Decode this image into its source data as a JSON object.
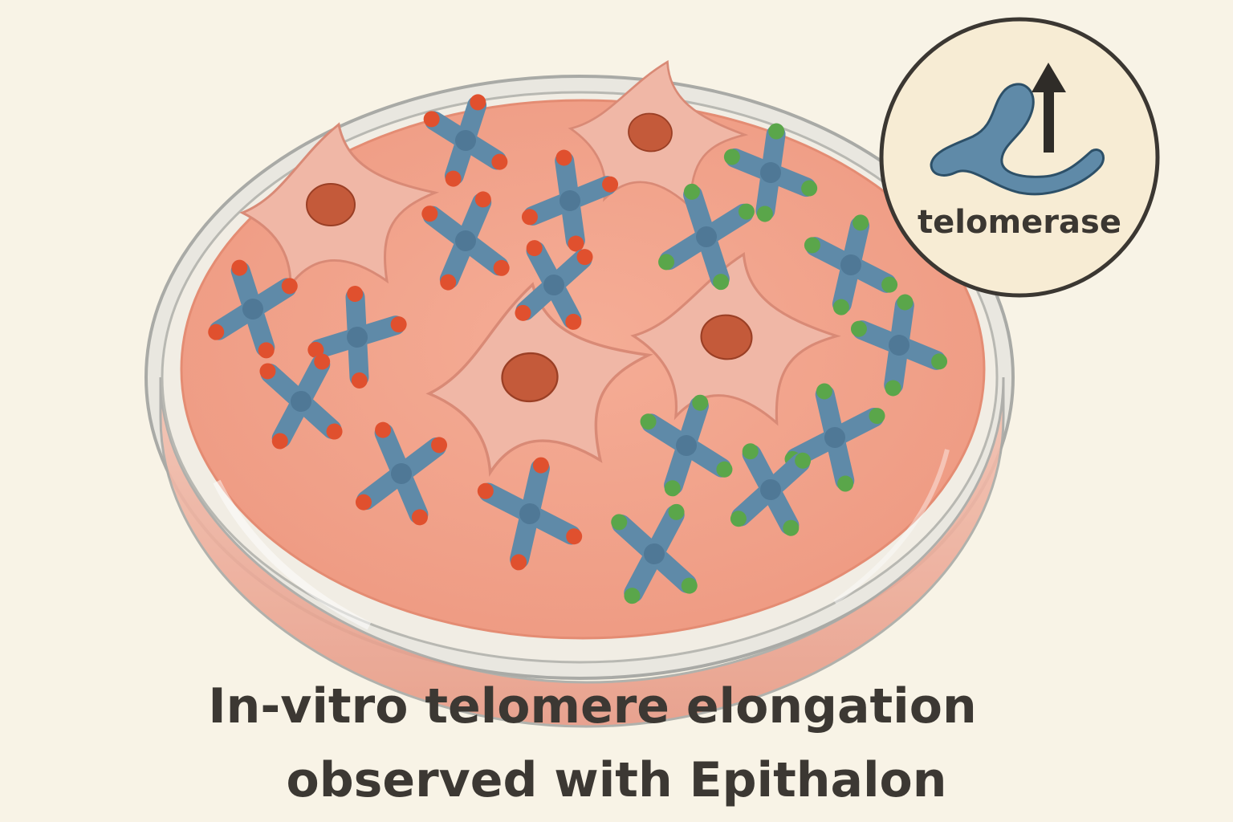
{
  "caption": {
    "line1": "In-vitro telomere elongation",
    "line2": "observed with Epithalon"
  },
  "inset": {
    "label": "telomerase",
    "icon": "telomerase-molecule-icon",
    "arrow_icon": "up-arrow-icon"
  },
  "colors": {
    "background": "#f8f3e6",
    "medium": "#f2a48e",
    "cell": "#f0b7a6",
    "nucleus": "#c45a3a",
    "chromosome": "#5f8aa8",
    "telomere_short": "#e0502e",
    "telomere_long": "#5aa64a",
    "text": "#3c3833"
  },
  "legend_semantics": {
    "short_telomeres": "telomere_short",
    "elongated_telomeres": "telomere_long"
  }
}
